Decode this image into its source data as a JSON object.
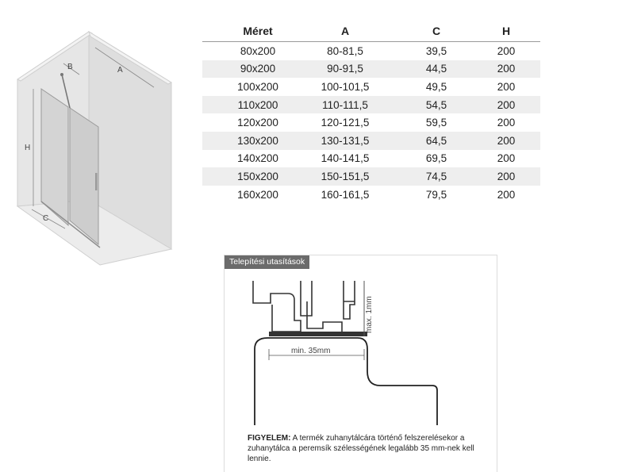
{
  "diagram": {
    "label_a": "A",
    "label_b": "B",
    "label_c": "C",
    "label_h": "H"
  },
  "table": {
    "headers": [
      "Méret",
      "A",
      "C",
      "H"
    ],
    "rows": [
      [
        "80x200",
        "80-81,5",
        "39,5",
        "200"
      ],
      [
        "90x200",
        "90-91,5",
        "44,5",
        "200"
      ],
      [
        "100x200",
        "100-101,5",
        "49,5",
        "200"
      ],
      [
        "110x200",
        "110-111,5",
        "54,5",
        "200"
      ],
      [
        "120x200",
        "120-121,5",
        "59,5",
        "200"
      ],
      [
        "130x200",
        "130-131,5",
        "64,5",
        "200"
      ],
      [
        "140x200",
        "140-141,5",
        "69,5",
        "200"
      ],
      [
        "150x200",
        "150-151,5",
        "74,5",
        "200"
      ],
      [
        "160x200",
        "160-161,5",
        "79,5",
        "200"
      ]
    ]
  },
  "install": {
    "tab_label": "Telepítési utasítások",
    "min_label": "min. 35mm",
    "max_label": "max. 1mm",
    "note_title": "FIGYELEM:",
    "note_text": " A termék zuhanytálcára történő felszerelésekor a zuhanytálca a peremsík szélességének legalább 35 mm-nek kell lennie."
  },
  "colors": {
    "stripe": "#eeeeee",
    "tab_bg": "#6b6b6b",
    "wall": "#e3e3e3",
    "glass": "#d2d2d2"
  }
}
